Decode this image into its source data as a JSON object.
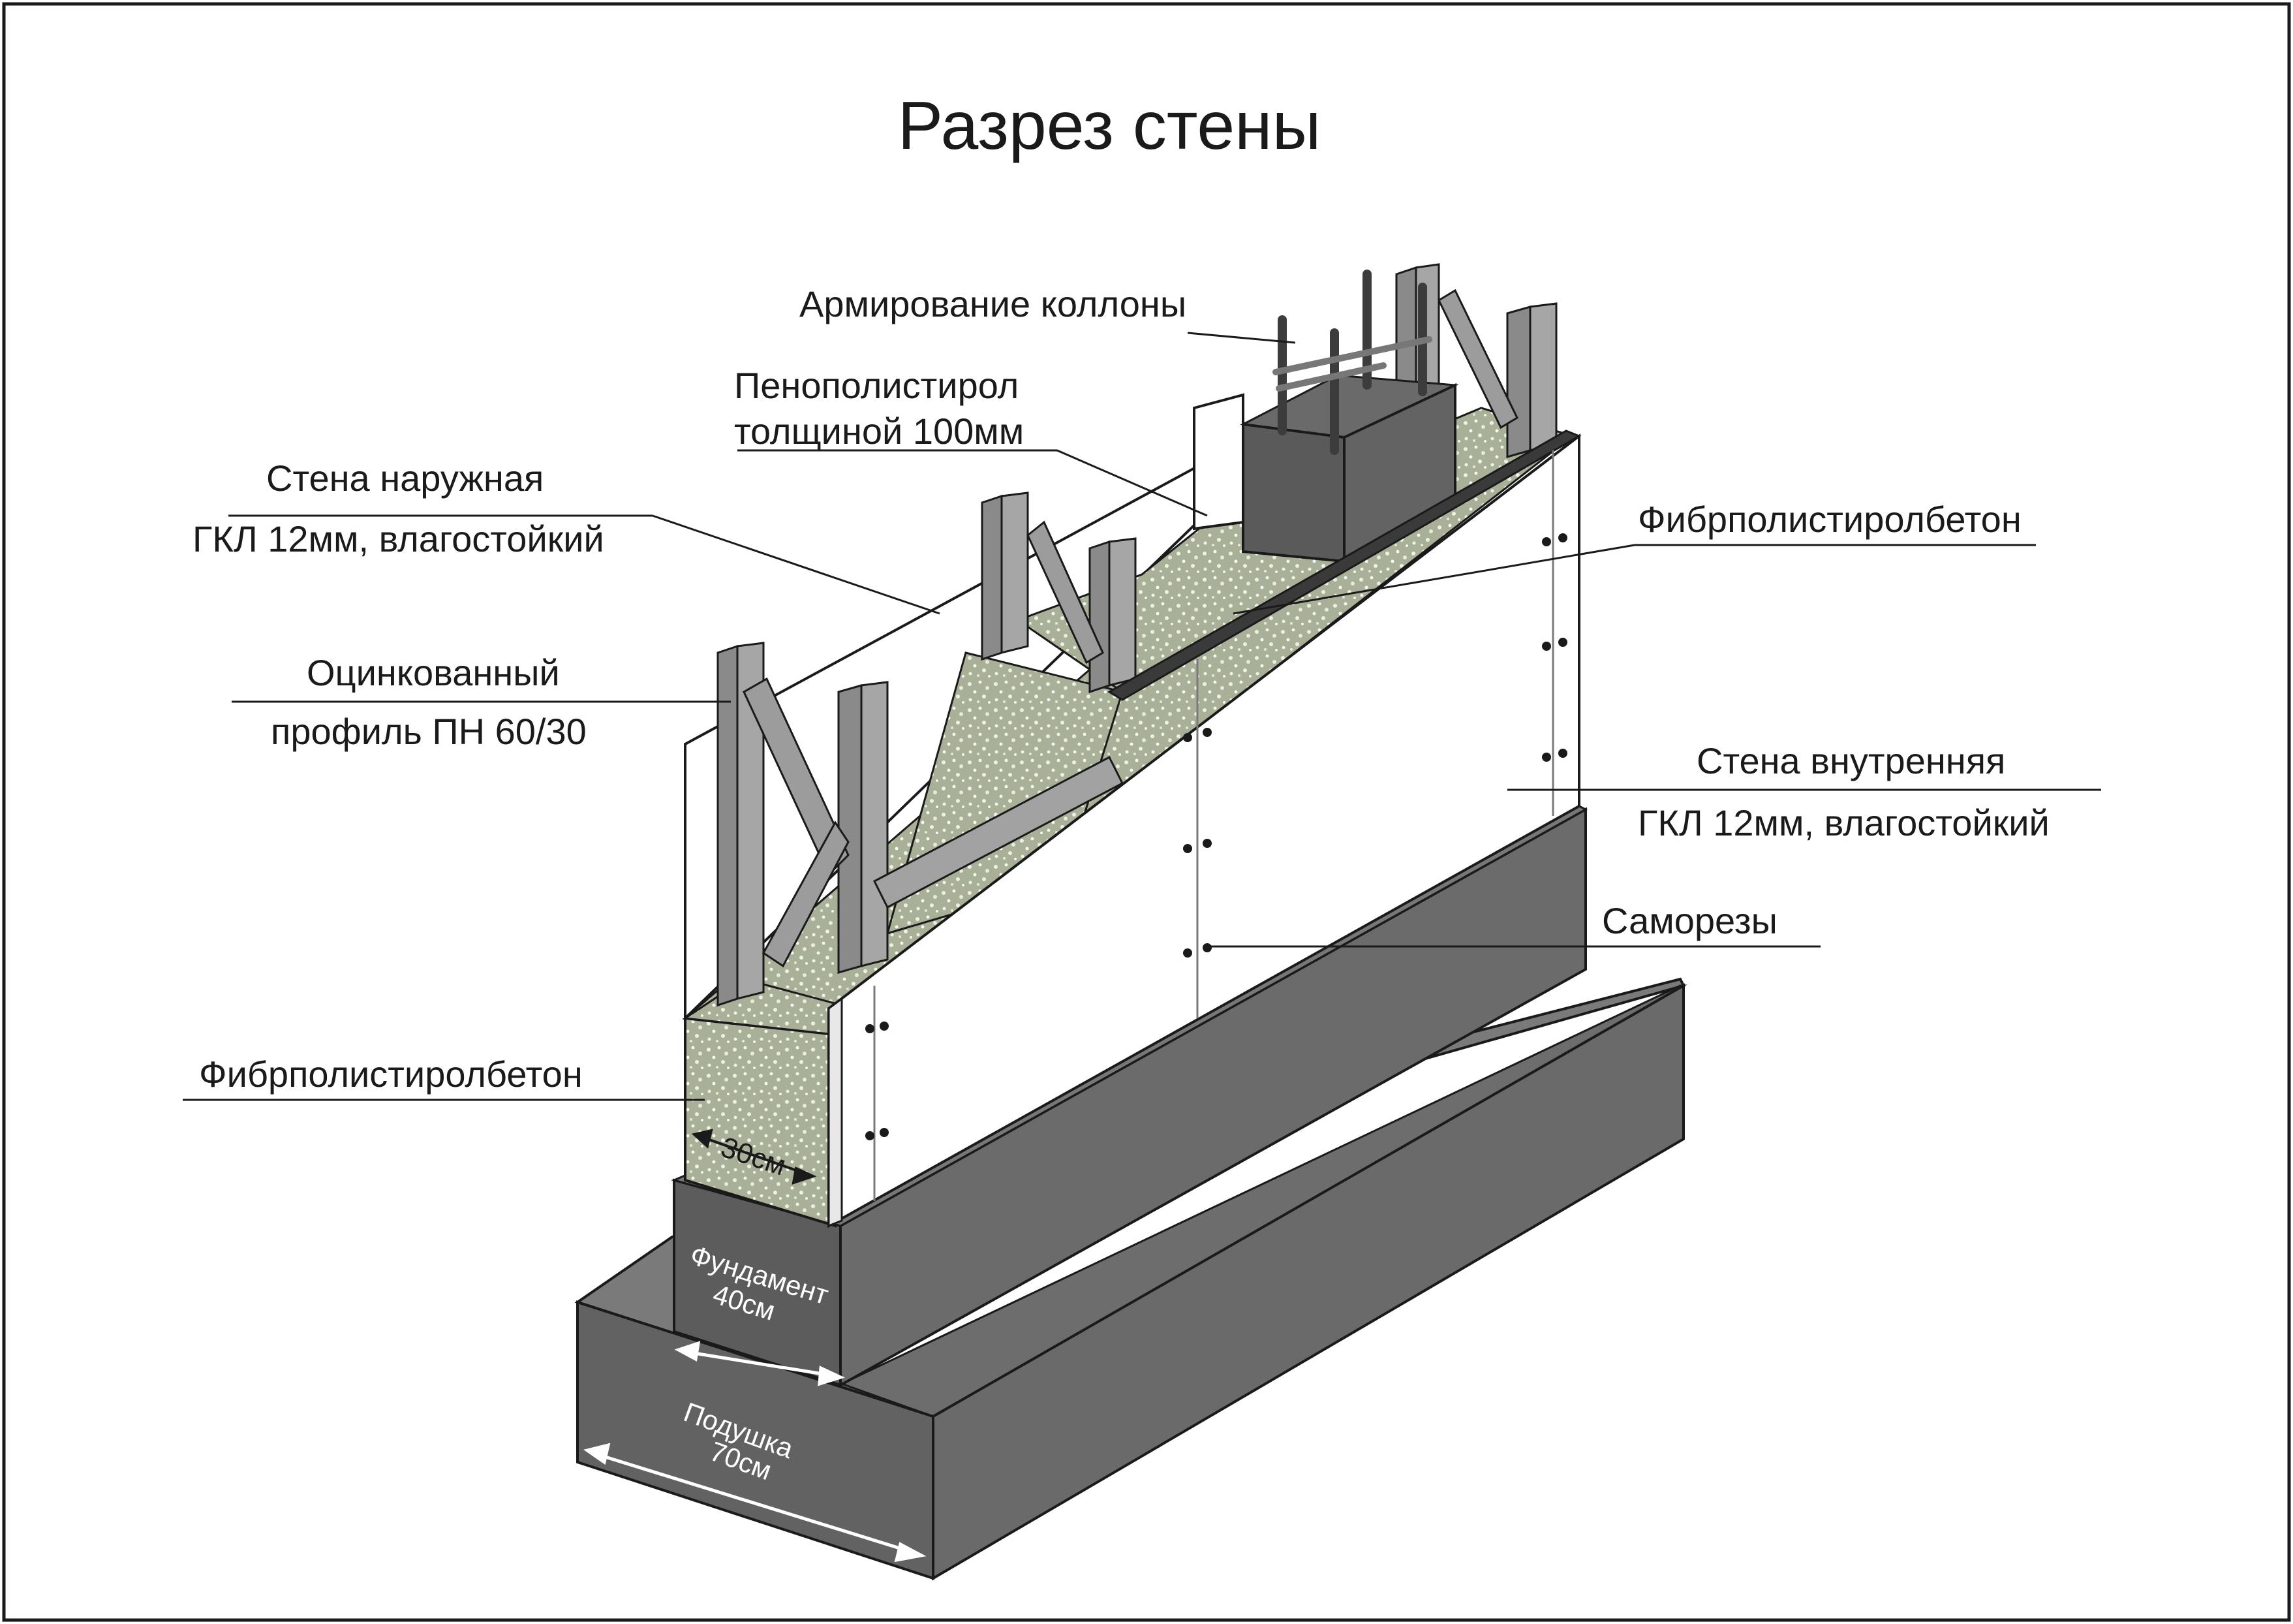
{
  "title": "Разрез стены",
  "labels": {
    "reinforcement": "Армирование коллоны",
    "eps_line1": "Пенополистирол",
    "eps_line2": "толщиной 100мм",
    "outer_wall_line1": "Стена наружная",
    "outer_wall_line2": "ГКЛ 12мм, влагостойкий",
    "profile_line1": "Оцинкованный",
    "profile_line2": "профиль ПН 60/30",
    "fiber_top": "Фибрполистиролбетон",
    "fiber_left": "Фибрполистиролбетон",
    "inner_wall_line1": "Стена внутренняя",
    "inner_wall_line2": "ГКЛ 12мм, влагостойкий",
    "screws": "Саморезы",
    "width_30": "30см",
    "foundation_line1": "Фундамент",
    "foundation_line2": "40см",
    "cushion_line1": "Подушка",
    "cushion_line2": "70см"
  },
  "colors": {
    "concrete_dark": "#5a5a5a",
    "concrete_mid": "#6e6e6e",
    "concrete_light": "#7d7d7d",
    "fiber": "#a9b098",
    "steel": "#9a9a9a",
    "steel_dark": "#6f6f6f",
    "board": "#ffffff",
    "line": "#1a1a1a"
  }
}
